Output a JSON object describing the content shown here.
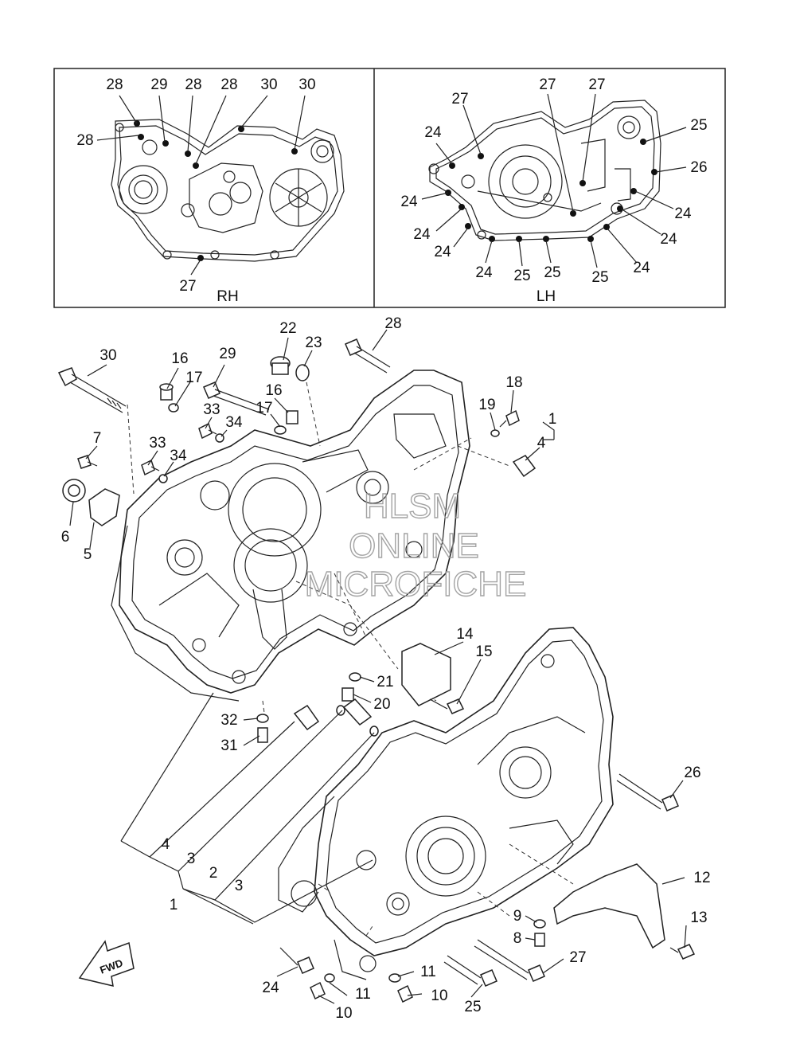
{
  "inset": {
    "rh": {
      "title": "RH",
      "callouts": [
        "28",
        "28",
        "29",
        "28",
        "30",
        "30",
        "28",
        "27"
      ]
    },
    "lh": {
      "title": "LH",
      "callouts": [
        "27",
        "27",
        "27",
        "25",
        "24",
        "26",
        "24",
        "24",
        "24",
        "24",
        "24",
        "24",
        "25",
        "25",
        "25",
        "24"
      ]
    }
  },
  "watermark": {
    "line1": "HLSM",
    "line2": "ONLINE",
    "line3": "MICROFICHE"
  },
  "fwd_arrow": {
    "label": "FWD"
  },
  "callouts": [
    {
      "id": "c30",
      "text": "30"
    },
    {
      "id": "c16a",
      "text": "16"
    },
    {
      "id": "c17a",
      "text": "17"
    },
    {
      "id": "c29",
      "text": "29"
    },
    {
      "id": "c22",
      "text": "22"
    },
    {
      "id": "c23",
      "text": "23"
    },
    {
      "id": "c28",
      "text": "28"
    },
    {
      "id": "c16b",
      "text": "16"
    },
    {
      "id": "c17b",
      "text": "17"
    },
    {
      "id": "c33a",
      "text": "33"
    },
    {
      "id": "c34a",
      "text": "34"
    },
    {
      "id": "c7",
      "text": "7"
    },
    {
      "id": "c33b",
      "text": "33"
    },
    {
      "id": "c34b",
      "text": "34"
    },
    {
      "id": "c18",
      "text": "18"
    },
    {
      "id": "c19",
      "text": "19"
    },
    {
      "id": "c1a",
      "text": "1"
    },
    {
      "id": "c4a",
      "text": "4"
    },
    {
      "id": "c6",
      "text": "6"
    },
    {
      "id": "c5",
      "text": "5"
    },
    {
      "id": "c14",
      "text": "14"
    },
    {
      "id": "c15",
      "text": "15"
    },
    {
      "id": "c21",
      "text": "21"
    },
    {
      "id": "c20",
      "text": "20"
    },
    {
      "id": "c32",
      "text": "32"
    },
    {
      "id": "c31",
      "text": "31"
    },
    {
      "id": "c26",
      "text": "26"
    },
    {
      "id": "c4b",
      "text": "4"
    },
    {
      "id": "c3a",
      "text": "3"
    },
    {
      "id": "c2",
      "text": "2"
    },
    {
      "id": "c3b",
      "text": "3"
    },
    {
      "id": "c1b",
      "text": "1"
    },
    {
      "id": "c12",
      "text": "12"
    },
    {
      "id": "c9",
      "text": "9"
    },
    {
      "id": "c13",
      "text": "13"
    },
    {
      "id": "c8",
      "text": "8"
    },
    {
      "id": "c27",
      "text": "27"
    },
    {
      "id": "c11a",
      "text": "11"
    },
    {
      "id": "c24",
      "text": "24"
    },
    {
      "id": "c11b",
      "text": "11"
    },
    {
      "id": "c10a",
      "text": "10"
    },
    {
      "id": "c25",
      "text": "25"
    },
    {
      "id": "c10b",
      "text": "10"
    }
  ]
}
